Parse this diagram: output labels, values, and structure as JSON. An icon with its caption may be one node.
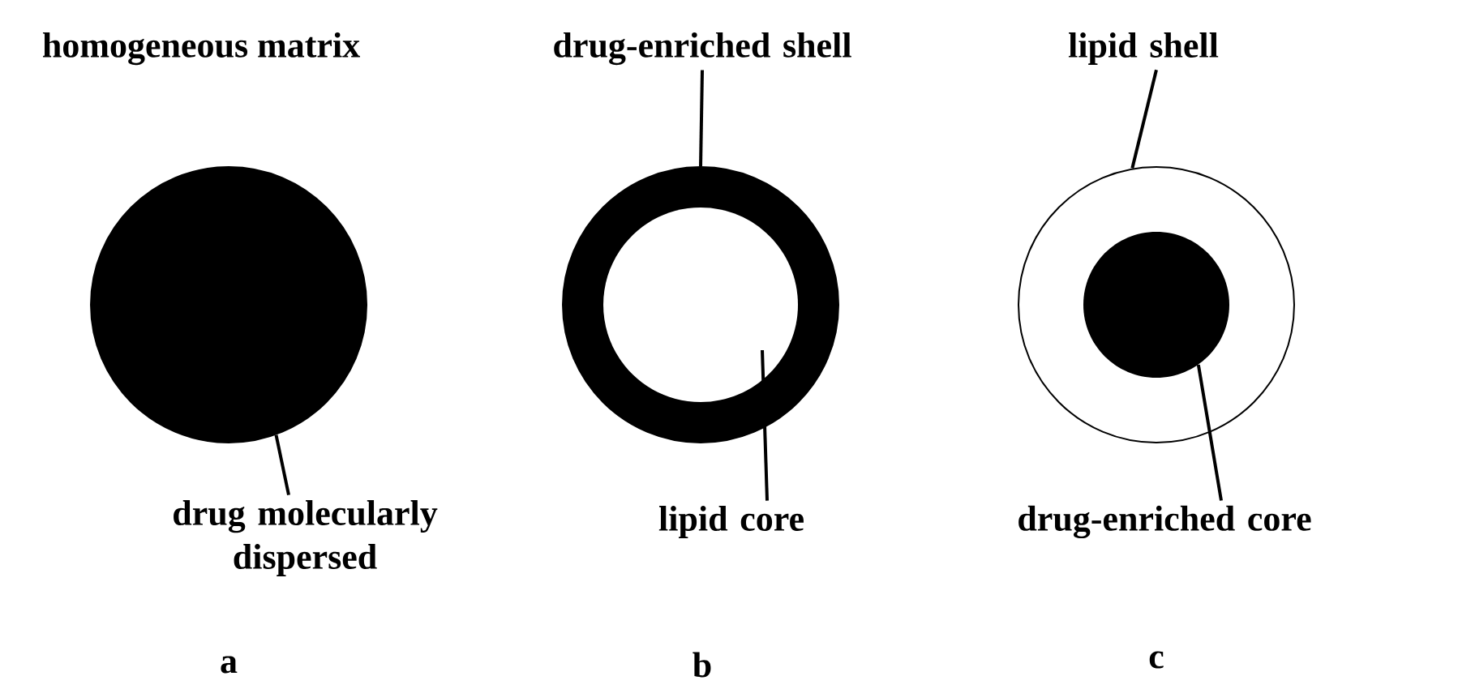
{
  "diagram": {
    "nodes": [
      {
        "text": [],
        "shape": "circle",
        "beside": [
          "homogeneous matrix"
        ]
      },
      {
        "text": [
          "drug molecularly dispersed"
        ]
      },
      {
        "text": [
          "drug-enriched shell"
        ]
      },
      {
        "text": [],
        "shape": "circle"
      },
      {
        "text": [],
        "shape": "circle",
        "in": 3
      },
      {
        "text": [
          "lipid core"
        ]
      },
      {
        "text": [
          "lipid shell"
        ]
      },
      {
        "text": [],
        "shape": "circle"
      },
      {
        "text": [],
        "shape": "circle",
        "in": 7
      },
      {
        "text": [
          "drug-enriched core"
        ]
      }
    ],
    "edges": [
      {
        "from": 1,
        "to": 0,
        "arrow": "none"
      },
      {
        "from": 2,
        "to": 3,
        "arrow": "none"
      },
      {
        "from": 5,
        "to": 4,
        "arrow": "none"
      },
      {
        "from": 6,
        "to": 7,
        "arrow": "none"
      },
      {
        "from": 9,
        "to": 8,
        "arrow": "none"
      }
    ],
    "labels": [
      "a",
      "b",
      "c"
    ]
  }
}
